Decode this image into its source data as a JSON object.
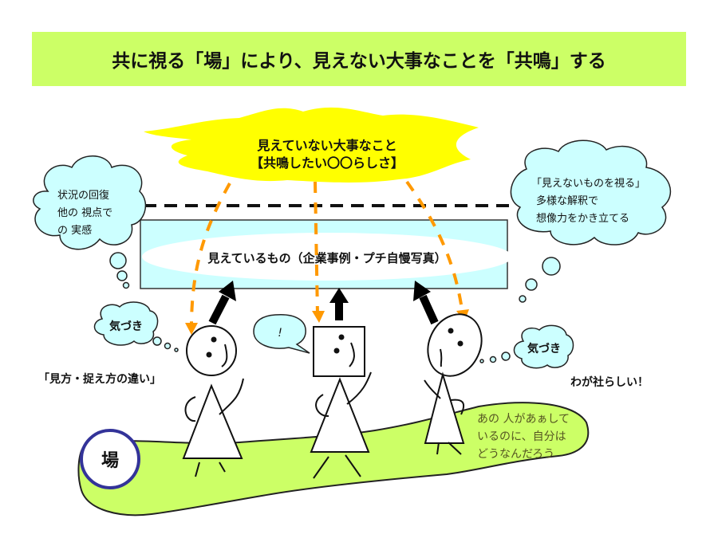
{
  "title": "共に視る「場」により、見えない大事なことを「共鳴」する",
  "hidden_value": {
    "line1": "見えていない大事なこと",
    "line2": "【共鳴したい〇〇らしさ】"
  },
  "visible_box": {
    "label": "見えているもの（企業事例・プチ自慢写真）"
  },
  "left_cloud": {
    "line1": "状況の回復",
    "line2": "他の 視点で",
    "line3": "の 実感"
  },
  "right_cloud": {
    "line1": "「見えないものを視る」",
    "line2": "多様な解釈で",
    "line3": "想像力をかき立てる"
  },
  "left_kizuki": "気づき",
  "right_kizuki": "気づき",
  "speech": "!",
  "left_caption": "「見方・捉え方の違い」",
  "right_caption": "わが社らしい！",
  "ground_text": {
    "line1": "あの 人があぁして",
    "line2": "いるのに、自分は",
    "line3": "どうなんだろう"
  },
  "ba_label": "場",
  "colors": {
    "banner": "#ccff66",
    "burst": "#ffff00",
    "cloud": "#ccffff",
    "ground": "#ccff66",
    "dash": "#ff9900",
    "ring": "#333399"
  }
}
